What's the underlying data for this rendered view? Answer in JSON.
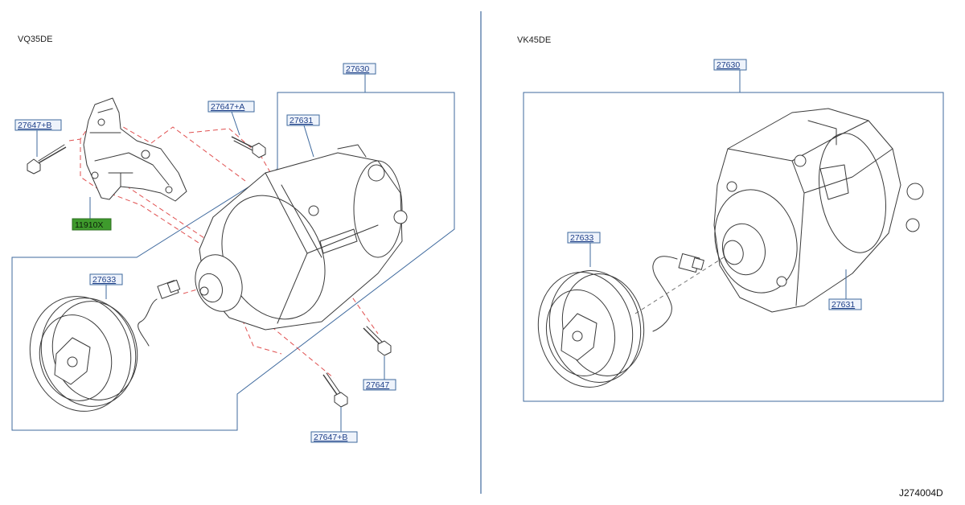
{
  "engines": {
    "left": "VQ35DE",
    "right": "VK45DE"
  },
  "figure_id": "J274004D",
  "callouts": {
    "left_compressor_assembly": "27630",
    "left_compressor": "27631",
    "left_bolt_a": "27647+A",
    "left_bolt_b_top": "27647+B",
    "left_bracket": "11910X",
    "left_clutch": "27633",
    "left_bolt": "27647",
    "left_bolt_b_bottom": "27647+B",
    "right_compressor_assembly": "27630",
    "right_clutch": "27633",
    "right_compressor": "27631"
  },
  "highlight_color": "#3e9a2c",
  "frame_color": "#3f6a9e"
}
